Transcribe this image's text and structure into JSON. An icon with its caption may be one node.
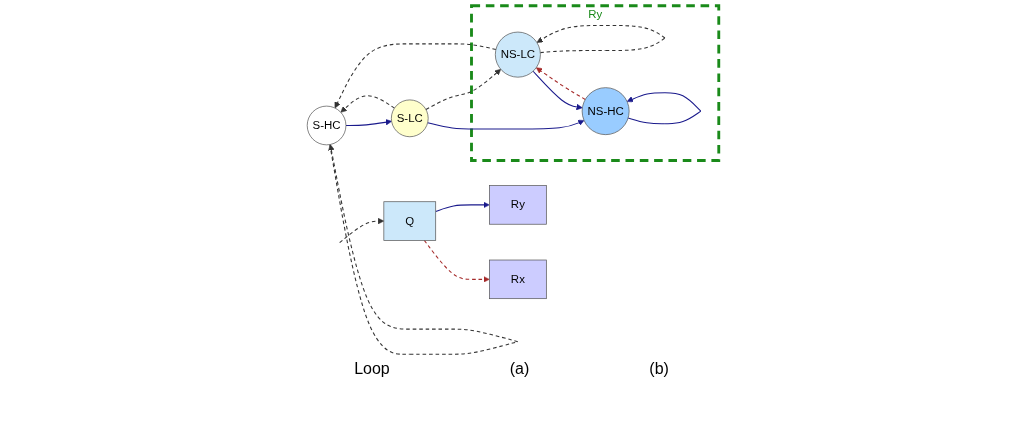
{
  "diagram": {
    "nodes": [
      {
        "text": [
          "S-HC"
        ]
      },
      {
        "text": [
          "S-LC"
        ]
      },
      {
        "text": [
          "Ry"
        ]
      },
      {
        "text": [
          "NS-LC"
        ],
        "in": 2
      },
      {
        "text": [
          "NS-HC"
        ],
        "in": 2
      },
      {
        "text": [
          "Ry"
        ]
      },
      {
        "text": [
          "Q"
        ]
      },
      {
        "text": [
          "Rx"
        ]
      }
    ],
    "edges": [
      {
        "from": 0,
        "to": 0,
        "arrow": "to",
        "style": "dashed"
      },
      {
        "from": 0,
        "to": 1,
        "arrow": "to",
        "color": "#1a1a8c"
      },
      {
        "from": 1,
        "to": 0,
        "arrow": "to",
        "style": "dashed"
      },
      {
        "from": 1,
        "to": 3,
        "arrow": "to",
        "style": "dashed"
      },
      {
        "from": 1,
        "to": 4,
        "arrow": "to",
        "color": "#1a1a8c"
      },
      {
        "from": 3,
        "to": 0,
        "arrow": "to",
        "style": "dashed"
      },
      {
        "from": 3,
        "to": 4,
        "arrow": "to",
        "color": "#1a1a8c"
      },
      {
        "from": 4,
        "to": 3,
        "arrow": "to",
        "style": "dashed",
        "color": "#a52a2a"
      },
      {
        "from": 3,
        "to": 3,
        "arrow": "to",
        "style": "dashed"
      },
      {
        "from": 4,
        "to": 4,
        "arrow": "to",
        "color": "#1a1a8c"
      },
      {
        "from": 6,
        "to": 5,
        "arrow": "to",
        "color": "#1a1a8c"
      },
      {
        "from": null,
        "to": 6,
        "arrow": "to",
        "style": "dashed"
      },
      {
        "from": 6,
        "to": 7,
        "arrow": "to",
        "style": "dashed",
        "color": "#a52a2a"
      }
    ],
    "labels": [
      "Loop",
      "(a)",
      "(b)"
    ]
  }
}
